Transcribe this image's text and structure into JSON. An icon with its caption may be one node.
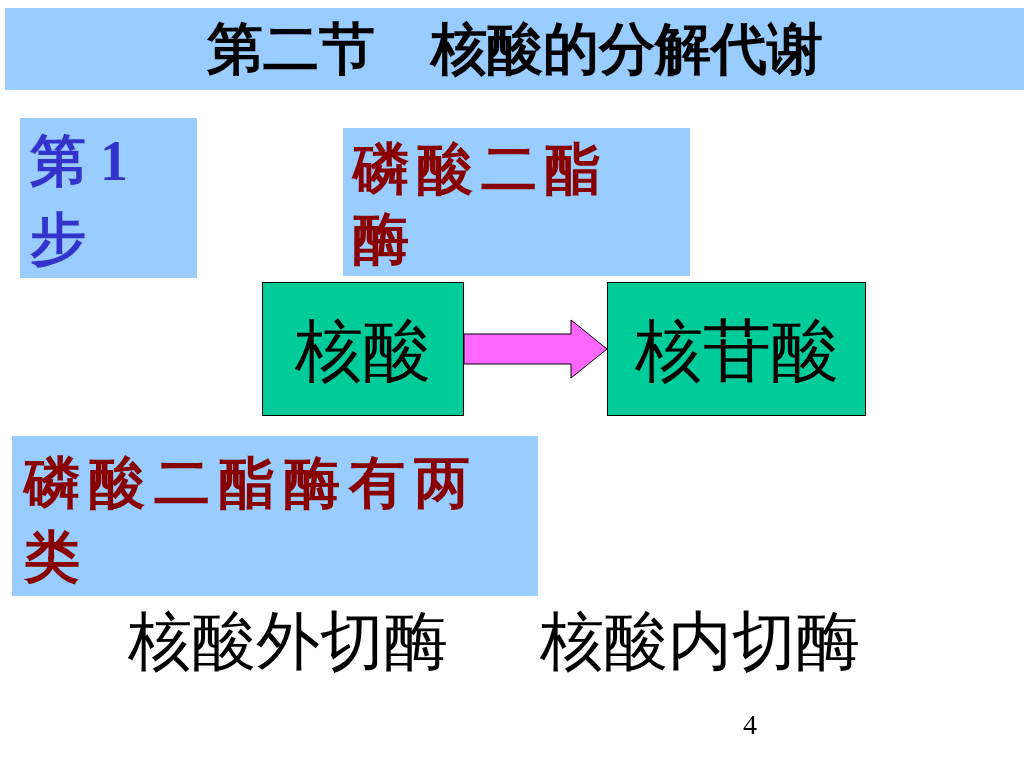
{
  "diagram": {
    "title": "第二节　核酸的分解代谢",
    "nodes": [
      {
        "text": [
          "第 1 步"
        ]
      },
      {
        "text": [
          "磷酸二酯酶"
        ]
      },
      {
        "text": [
          "核酸"
        ]
      },
      {
        "text": [
          "核苷酸"
        ]
      },
      {
        "text": [
          "磷酸二酯酶有两类"
        ]
      }
    ],
    "edges": [
      {
        "from": 2,
        "to": 3,
        "arrow": "to",
        "color": "#ff66ff"
      }
    ],
    "labels": [
      "核酸外切酶",
      "核酸内切酶",
      "4"
    ]
  }
}
